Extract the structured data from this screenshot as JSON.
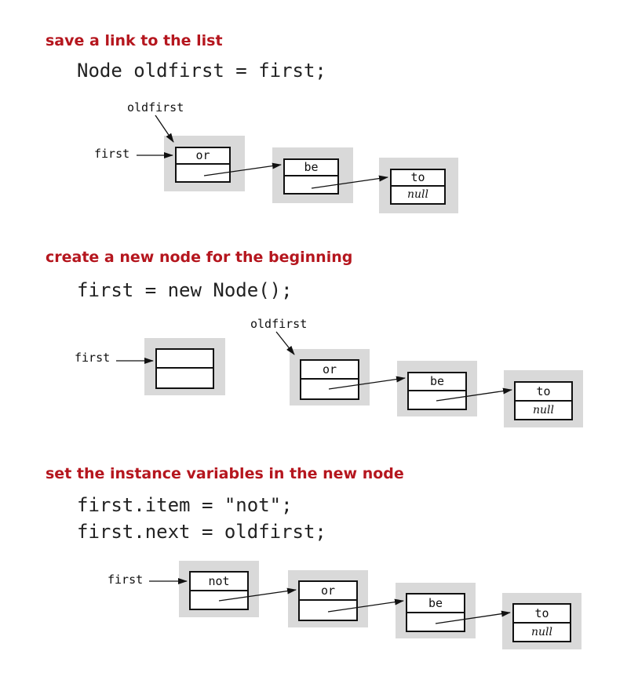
{
  "steps": [
    {
      "heading": "save a link to the list",
      "code": [
        "Node oldfirst = first;"
      ],
      "labels": {
        "first": "first",
        "oldfirst": "oldfirst"
      },
      "nodes": [
        {
          "item": "or",
          "next": ""
        },
        {
          "item": "be",
          "next": ""
        },
        {
          "item": "to",
          "next": "null"
        }
      ]
    },
    {
      "heading": "create a new node for the beginning",
      "code": [
        "first = new Node();"
      ],
      "labels": {
        "first": "first",
        "oldfirst": "oldfirst"
      },
      "nodes": [
        {
          "item": "",
          "next": ""
        },
        {
          "item": "or",
          "next": ""
        },
        {
          "item": "be",
          "next": ""
        },
        {
          "item": "to",
          "next": "null"
        }
      ]
    },
    {
      "heading": "set the instance variables in the new node",
      "code": [
        "first.item = \"not\";",
        "first.next = oldfirst;"
      ],
      "labels": {
        "first": "first"
      },
      "nodes": [
        {
          "item": "not",
          "next": ""
        },
        {
          "item": "or",
          "next": ""
        },
        {
          "item": "be",
          "next": ""
        },
        {
          "item": "to",
          "next": "null"
        }
      ]
    }
  ],
  "colors": {
    "heading": "#b5161e",
    "box_shade": "#d9d9d9"
  }
}
